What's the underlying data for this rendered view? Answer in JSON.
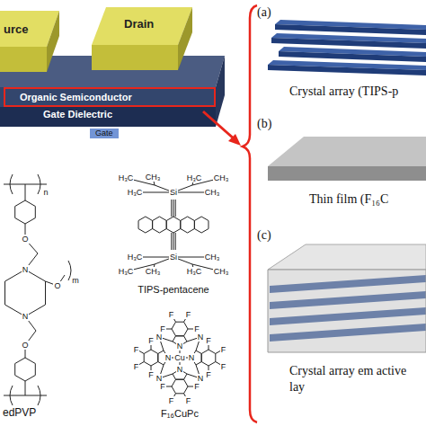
{
  "diagram": {
    "nodes": [
      {
        "text": [
          "urce"
        ]
      },
      {
        "text": [
          "Drain"
        ]
      },
      {
        "text": [
          "Organic Semiconductor"
        ]
      },
      {
        "text": [
          "Gate Dielectric"
        ]
      },
      {
        "text": [
          "Gate"
        ]
      }
    ],
    "labels": [
      "(a)",
      "Crystal array (TIPS-p",
      "(b)",
      "Thin film (F₁₆C",
      "(c)",
      "Crystal array em active lay",
      "n",
      "O",
      "m",
      "N",
      "O",
      "N",
      "O",
      "edPVP",
      "H₃C",
      "CH₃",
      "H₃C",
      "CH₃",
      "H₃C",
      "Si",
      "CH₃",
      "H₃C",
      "Si",
      "CH₃",
      "H₃C",
      "CH₃",
      "H₃C",
      "CH₃",
      "TIPS-pentacene",
      "F",
      "F",
      "F",
      "F",
      "F",
      "F",
      "F",
      "F",
      "F",
      "F",
      "F",
      "F",
      "F",
      "F",
      "F",
      "F",
      "N",
      "N",
      "N",
      "N",
      "N",
      "N",
      "N",
      "N",
      "Cu",
      "F₁₆CuPc"
    ]
  }
}
